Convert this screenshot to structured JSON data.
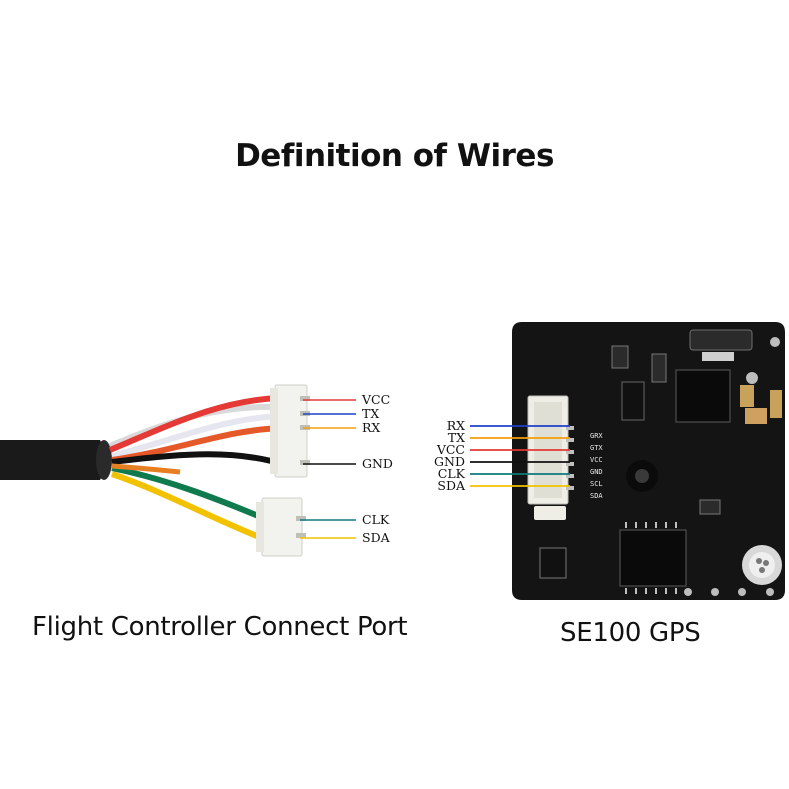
{
  "title": "Definition of Wires",
  "left_caption": "Flight Controller Connect Port",
  "right_caption": "SE100 GPS",
  "left_labels": {
    "vcc": "VCC",
    "tx": "TX",
    "rx": "RX",
    "gnd": "GND",
    "clk": "CLK",
    "sda": "SDA"
  },
  "right_labels": {
    "rx": "RX",
    "tx": "TX",
    "vcc": "VCC",
    "gnd": "GND",
    "clk": "CLK",
    "sda": "SDA"
  },
  "pcb_pin_labels": [
    "GRX",
    "GTX",
    "VCC",
    "GND",
    "SCL",
    "SDA"
  ],
  "wire_colors": {
    "vcc": "#e53935",
    "tx": "#1e40c8",
    "rx": "#f59e0b",
    "gnd": "#111111",
    "clk": "#0f7a7a",
    "sda": "#f2c200"
  },
  "colors": {
    "background": "#ffffff",
    "pcb": "#141414",
    "cable": "#1a1a1a",
    "connector": "#f2f2ee"
  }
}
